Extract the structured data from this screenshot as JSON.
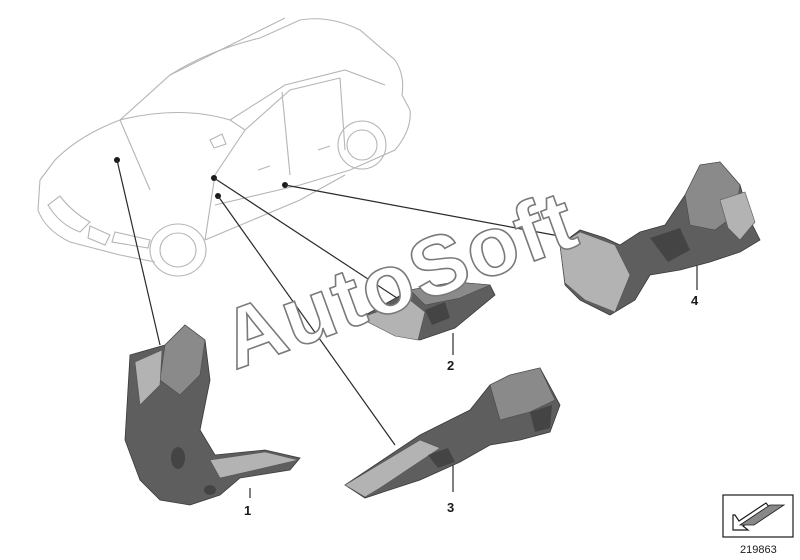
{
  "diagram": {
    "watermark_text": "AutoSoft",
    "diagram_number": "219863",
    "callouts": [
      {
        "label": "1"
      },
      {
        "label": "2"
      },
      {
        "label": "3"
      },
      {
        "label": "4"
      }
    ],
    "icon": "direction-arrow-icon"
  }
}
